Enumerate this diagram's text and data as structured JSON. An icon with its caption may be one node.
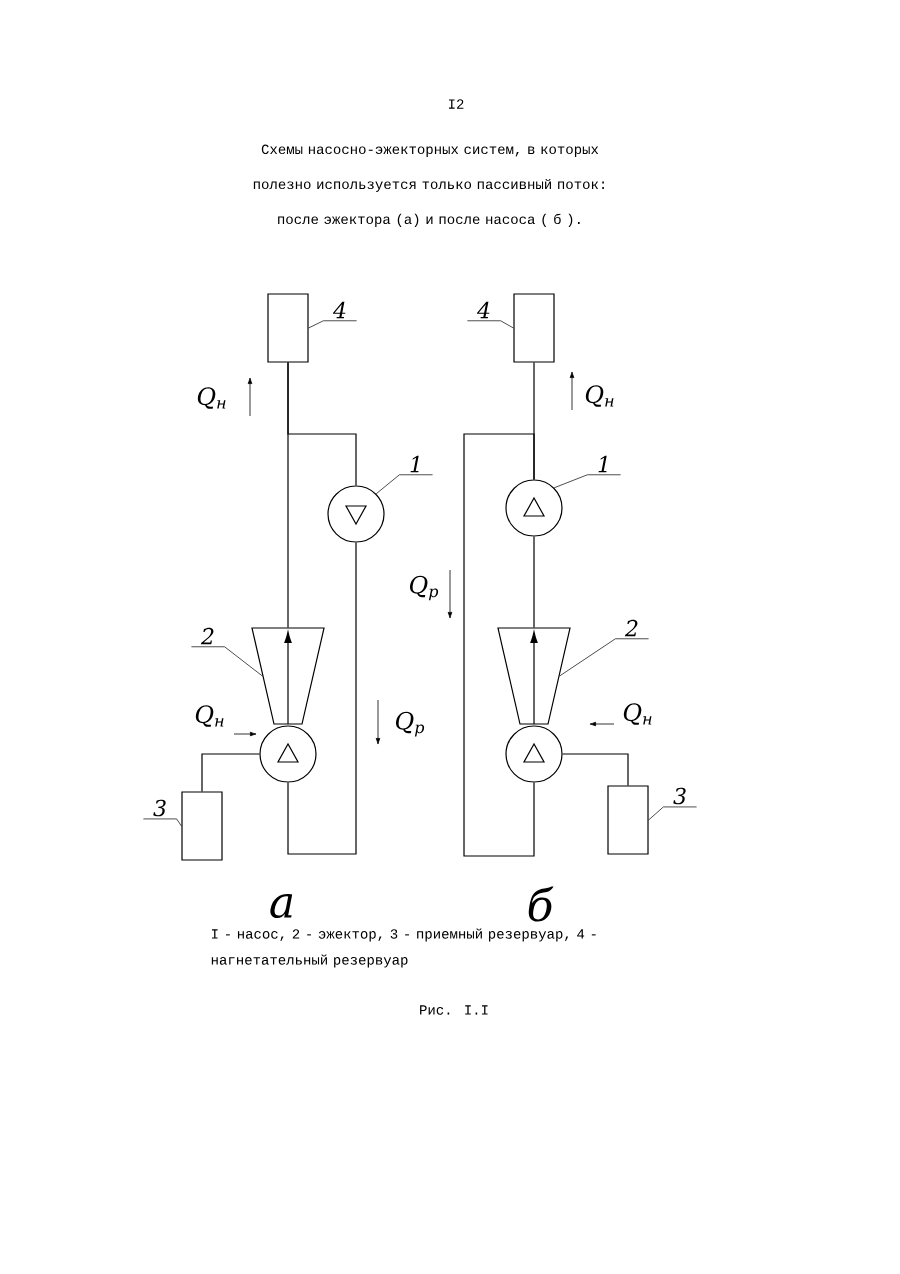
{
  "diagram": {
    "title": "Схемы насосно-эжекторных систем, в которых полезно используется только пассивный поток: после эжектора (а) и после насоса ( б ).",
    "caption": "Рис. I.I",
    "nodes": [
      {
        "text": [],
        "shape": "box"
      },
      {
        "text": [
          "4"
        ]
      },
      {
        "text": [],
        "shape": "circle"
      },
      {
        "text": [
          "1"
        ]
      },
      {
        "text": [],
        "shape": "cone"
      },
      {
        "text": [
          "2"
        ]
      },
      {
        "text": [],
        "shape": "circle"
      },
      {
        "text": [],
        "shape": "box"
      },
      {
        "text": [
          "3"
        ]
      },
      {
        "text": [],
        "shape": "box"
      },
      {
        "text": [
          "4"
        ]
      },
      {
        "text": [],
        "shape": "circle"
      },
      {
        "text": [
          "1"
        ]
      },
      {
        "text": [],
        "shape": "cone"
      },
      {
        "text": [
          "2"
        ]
      },
      {
        "text": [],
        "shape": "circle"
      },
      {
        "text": [],
        "shape": "box"
      },
      {
        "text": [
          "3"
        ]
      }
    ],
    "edges": [
      {
        "from": 4,
        "to": 0,
        "arrow": "none"
      },
      {
        "from": 2,
        "to": 0,
        "arrow": "none"
      },
      {
        "from": 2,
        "to": 6,
        "arrow": "none"
      },
      {
        "from": 7,
        "to": 6,
        "arrow": "none"
      },
      {
        "from": 11,
        "to": 9,
        "arrow": "none"
      },
      {
        "from": 11,
        "to": 15,
        "arrow": "none"
      },
      {
        "from": 13,
        "to": 11,
        "arrow": "none"
      },
      {
        "from": 16,
        "to": 15,
        "arrow": "none"
      },
      {
        "from": 1,
        "to": 0,
        "arrow": "none"
      },
      {
        "from": 3,
        "to": 2,
        "arrow": "none"
      },
      {
        "from": 5,
        "to": 4,
        "arrow": "none"
      },
      {
        "from": 8,
        "to": 7,
        "arrow": "none"
      },
      {
        "from": 10,
        "to": 9,
        "arrow": "none"
      },
      {
        "from": 12,
        "to": 11,
        "arrow": "none"
      },
      {
        "from": 14,
        "to": 13,
        "arrow": "none"
      },
      {
        "from": 17,
        "to": 16,
        "arrow": "none"
      }
    ],
    "labels": [
      "I2",
      "Q$_{н}$",
      "Q$_{н}$",
      "Q$_{р}$",
      "Q$_{н}$",
      "Q$_{р}$",
      "Q$_{н}$",
      "а",
      "б",
      "I - насос, 2 - эжектор, 3 - приемный резервуар, 4 - нагнетательный резервуар"
    ]
  }
}
